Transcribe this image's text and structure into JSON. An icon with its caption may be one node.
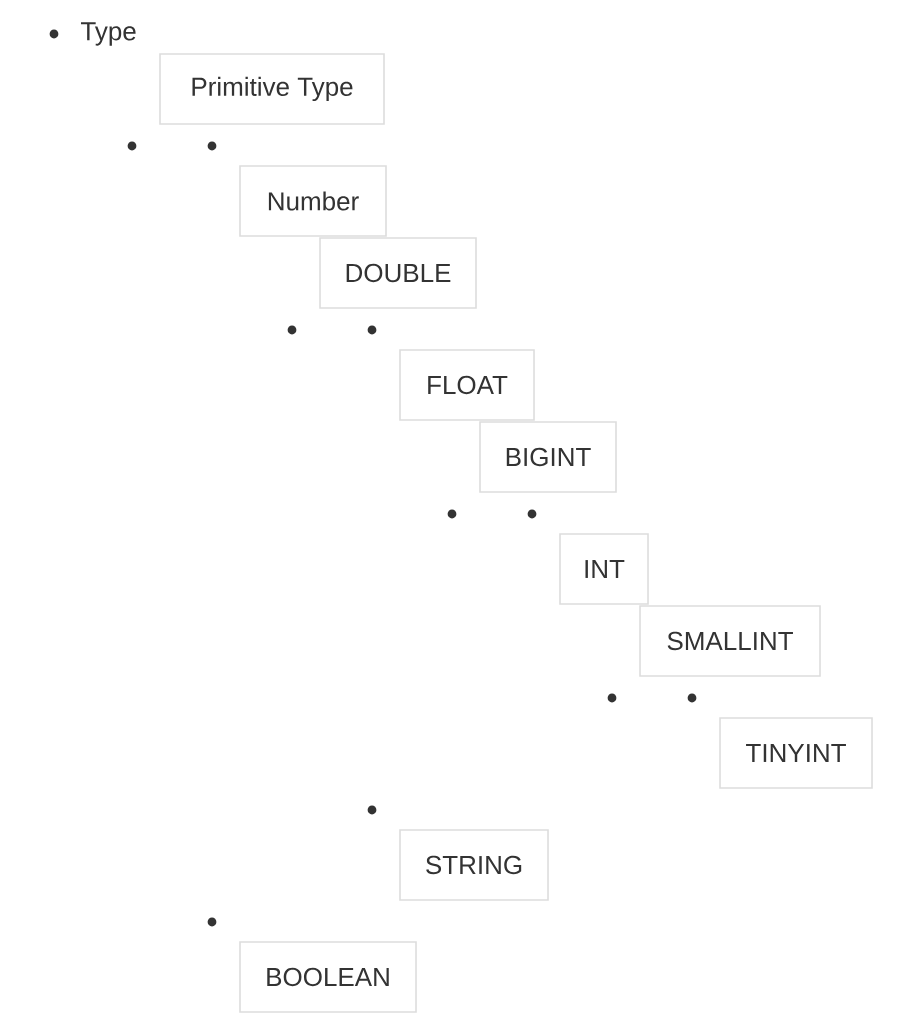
{
  "diagram": {
    "nodes": [
      {
        "text": [
          "Primitive Type"
        ]
      },
      {
        "text": [
          "Number"
        ]
      },
      {
        "text": [
          "DOUBLE"
        ]
      },
      {
        "text": [
          "FLOAT"
        ]
      },
      {
        "text": [
          "BIGINT"
        ]
      },
      {
        "text": [
          "INT"
        ]
      },
      {
        "text": [
          "SMALLINT"
        ]
      },
      {
        "text": [
          "TINYINT"
        ]
      },
      {
        "text": [
          "STRING"
        ]
      },
      {
        "text": [
          "BOOLEAN"
        ]
      }
    ],
    "labels": [
      "Type"
    ]
  }
}
